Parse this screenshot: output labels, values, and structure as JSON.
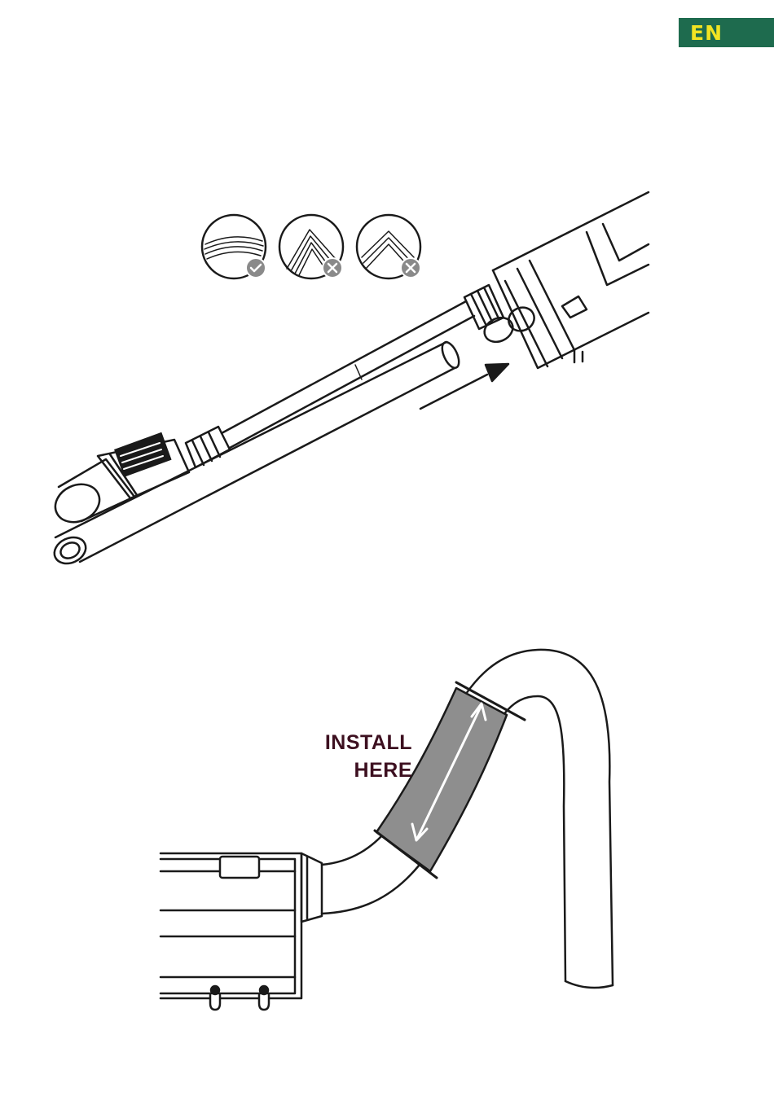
{
  "header": {
    "language_badge": "EN"
  },
  "illustration_bottom": {
    "label_line1": "INSTALL",
    "label_line2": "HERE"
  },
  "colors": {
    "badge_bg": "#1e6b4e",
    "badge_text": "#f2e422",
    "label": "#3d1020",
    "install_zone": "#8e8e8e",
    "ok_icon": "#8a8a8a"
  },
  "icons": {
    "ok": "check-icon",
    "bad": "cross-icon"
  }
}
